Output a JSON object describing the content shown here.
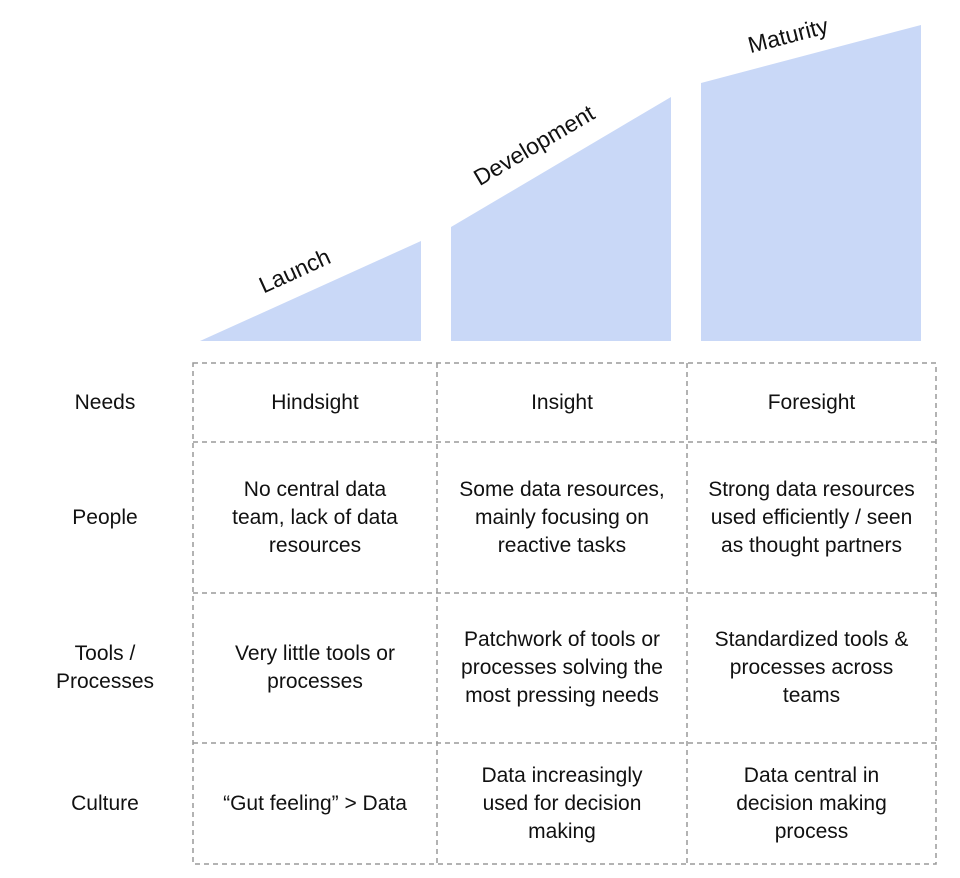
{
  "stages": [
    {
      "label": "Launch"
    },
    {
      "label": "Development"
    },
    {
      "label": "Maturity"
    }
  ],
  "rows": [
    {
      "label": "Needs",
      "cells": [
        "Hindsight",
        "Insight",
        "Foresight"
      ]
    },
    {
      "label": "People",
      "cells": [
        "No central data team, lack of data resources",
        "Some data resources, mainly focusing on reactive tasks",
        "Strong data resources used efficiently / seen as thought partners"
      ]
    },
    {
      "label": "Tools / Processes",
      "cells": [
        "Very little tools or processes",
        "Patchwork of tools or processes solving the most pressing needs",
        "Standardized tools & processes across teams"
      ]
    },
    {
      "label": "Culture",
      "cells": [
        "“Gut feeling” > Data",
        "Data increasingly used for decision making",
        "Data central in decision making process"
      ]
    }
  ],
  "colors": {
    "stage_fill": "#c9d8f7",
    "grid_line": "#9a9a9a"
  }
}
